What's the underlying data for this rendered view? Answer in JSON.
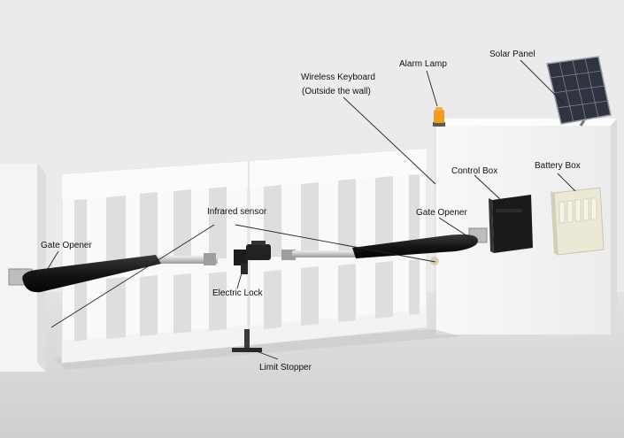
{
  "labels": {
    "solar_panel": "Solar Panel",
    "alarm_lamp": "Alarm Lamp",
    "wireless_keyboard_line1": "Wireless Keyboard",
    "wireless_keyboard_line2": "(Outside the wall)",
    "control_box": "Control Box",
    "battery_box": "Battery Box",
    "infrared_sensor": "Infrared sensor",
    "gate_opener_right": "Gate Opener",
    "gate_opener_left": "Gate Opener",
    "electric_lock": "Electric Lock",
    "limit_stopper": "Limit Stopper"
  },
  "colors": {
    "background": "#eaeaea",
    "floor": "#dcdcdc",
    "wall": "#f6f6f6",
    "wall_shade": "#d8d8d8",
    "gate": "#fafafa",
    "gate_shadow": "#d2d2d2",
    "opener_black": "#1c1c1c",
    "piston": "#c9c9c9",
    "lamp": "#f29b22",
    "panel": "#2f3440",
    "battery_box": "#e9e6d4",
    "line": "#222222"
  }
}
